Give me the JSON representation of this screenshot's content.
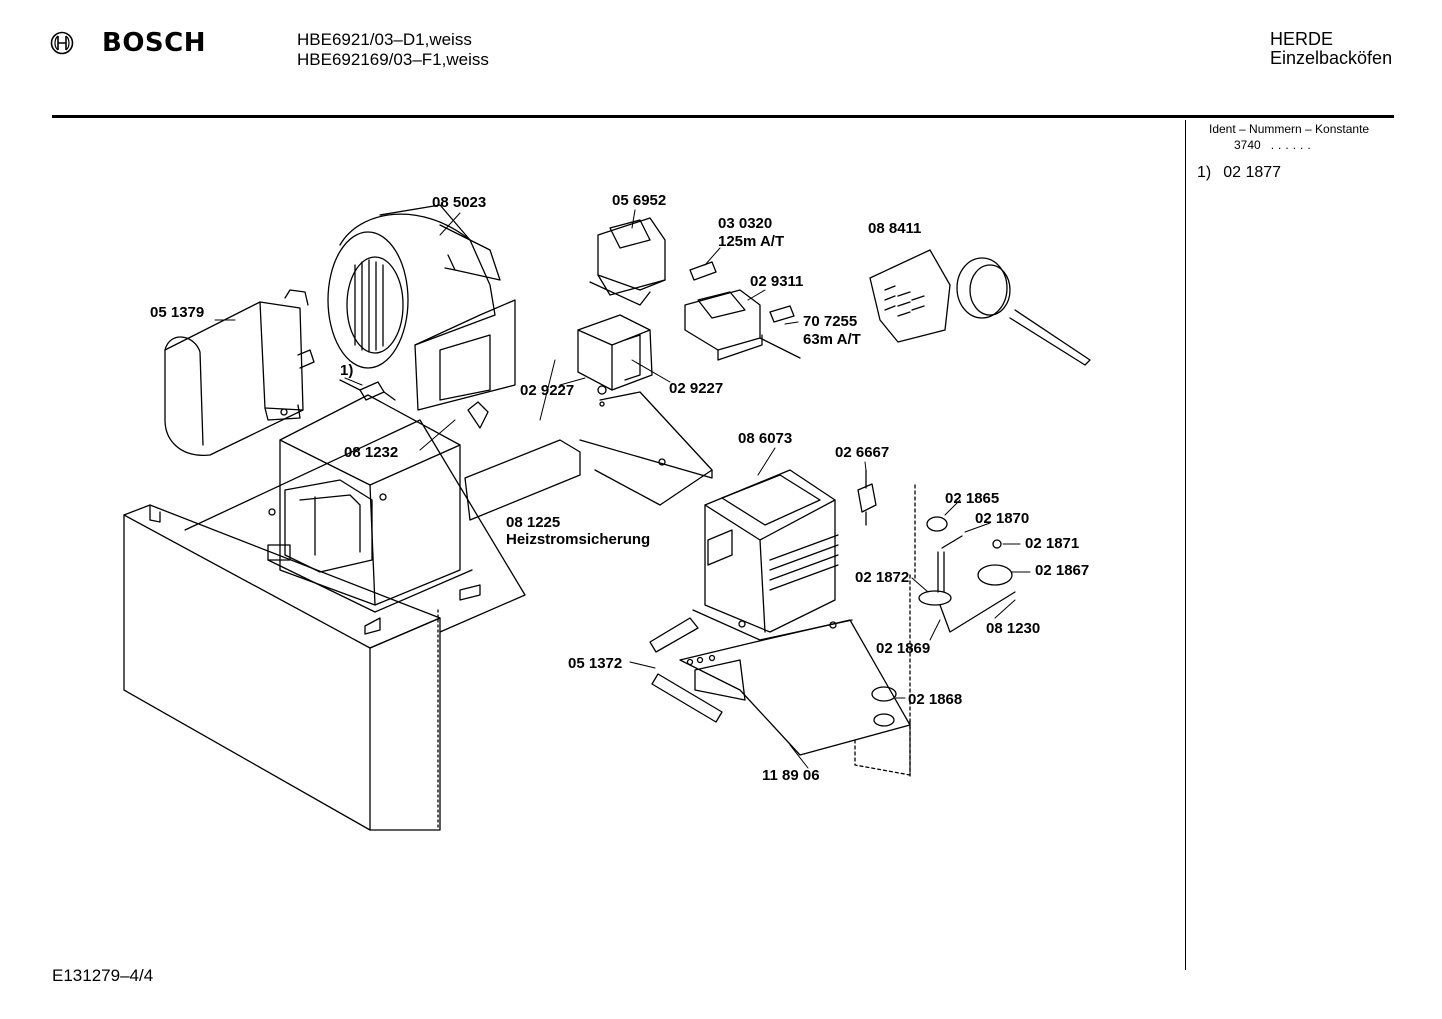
{
  "brand": {
    "name": "BOSCH",
    "logo_icon": "bosch-armature-icon"
  },
  "models": [
    "HBE6921/03–D1,weiss",
    "HBE692169/03–F1,weiss"
  ],
  "category": {
    "line1": "HERDE",
    "line2": "Einzelbacköfen"
  },
  "ident": {
    "heading": "Ident – Nummern – Konstante",
    "code": "3740",
    "dots": "......"
  },
  "footnote": {
    "marker": "1)",
    "part": "02 1877"
  },
  "doc_ref": "E131279–4/4",
  "labels": {
    "p085023": "08 5023",
    "p056952": "05 6952",
    "p030320a": "03 0320",
    "p030320b": "125m A/T",
    "p088411": "08 8411",
    "p051379": "05 1379",
    "p029311": "02 9311",
    "p707255a": "70 7255",
    "p707255b": "63m A/T",
    "fn1": "1)",
    "p029227a": "02 9227",
    "p029227b": "02 9227",
    "p081232": "08 1232",
    "p086073": "08 6073",
    "p026667": "02 6667",
    "p021865": "02 1865",
    "p021870": "02 1870",
    "p081225a": "08 1225",
    "p081225b": "Heizstromsicherung",
    "p021871": "02 1871",
    "p021867": "02 1867",
    "p021872": "02 1872",
    "p081230": "08 1230",
    "p021869": "02 1869",
    "p051372": "05 1372",
    "p021868": "02 1868",
    "p118906": "11 89 06"
  }
}
